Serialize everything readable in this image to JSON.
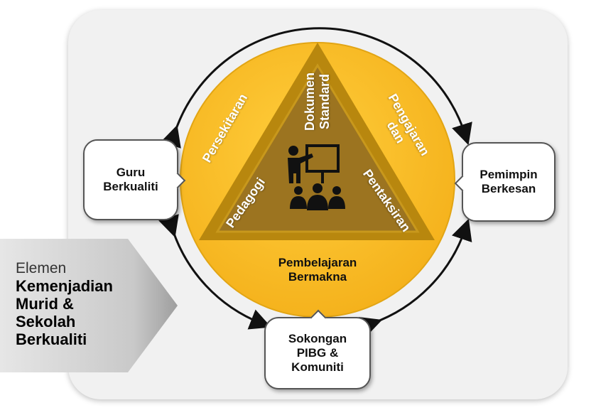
{
  "colors": {
    "panel": "#f1f1f1",
    "circle": "#fbbb1e",
    "triangle": "#b8860b",
    "inner_triangle": "#a07a22",
    "icon": "#111111"
  },
  "center": {
    "apex_label_line1": "Dokumen",
    "apex_label_line2": "Standard",
    "left_label": "Pedagogi",
    "right_label": "Pentaksiran",
    "icon": "teacher-presentation-icon"
  },
  "ring": {
    "left_label": "Persekitaran",
    "right_label_line1": "Pengajaran",
    "right_label_line2": "dan",
    "bottom_label_line1": "Pembelajaran",
    "bottom_label_line2": "Bermakna"
  },
  "bubbles": {
    "left_line1": "Guru",
    "left_line2": "Berkualiti",
    "right_line1": "Pemimpin",
    "right_line2": "Berkesan",
    "bottom_line1": "Sokongan",
    "bottom_line2": "PIBG &",
    "bottom_line3": "Komuniti"
  },
  "elemen": {
    "line1": "Elemen",
    "line2": "Kemenjadian",
    "line3": "Murid &",
    "line4": "Sekolah",
    "line5": "Berkualiti"
  }
}
